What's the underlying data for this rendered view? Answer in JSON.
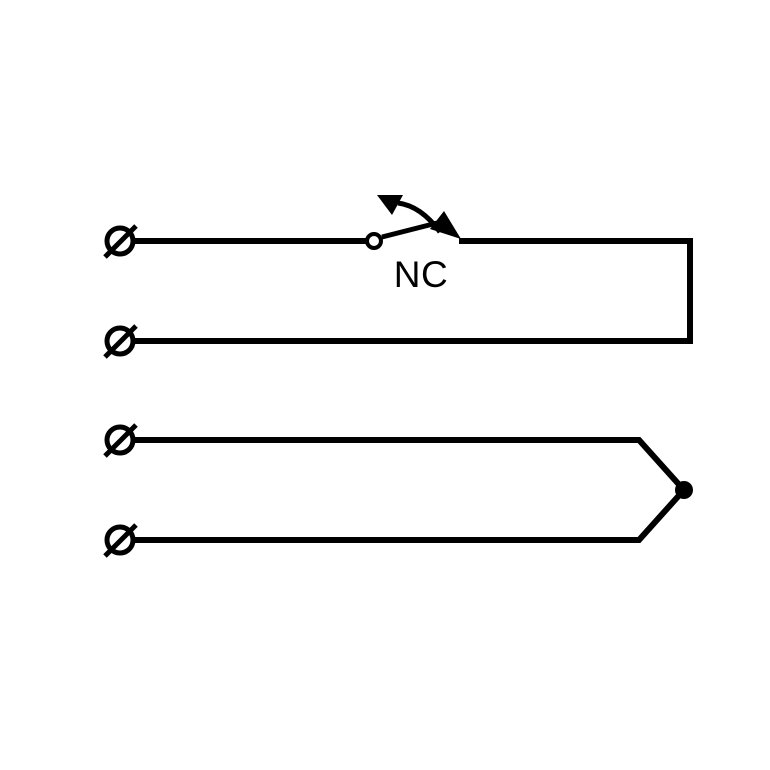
{
  "diagram": {
    "colors": {
      "line": "#000000",
      "background": "#ffffff"
    },
    "switch": {
      "label": "NC",
      "type": "normally-closed",
      "fixed_contact_icon": "open-circle",
      "moving_contact_icon": "solid-arrowhead",
      "actuator_icon": "curved-arrow"
    },
    "terminals": [
      {
        "icon": "circle-slash-terminal"
      },
      {
        "icon": "circle-slash-terminal"
      },
      {
        "icon": "circle-slash-terminal"
      },
      {
        "icon": "circle-slash-terminal"
      }
    ],
    "junction_icon": "filled-dot"
  }
}
